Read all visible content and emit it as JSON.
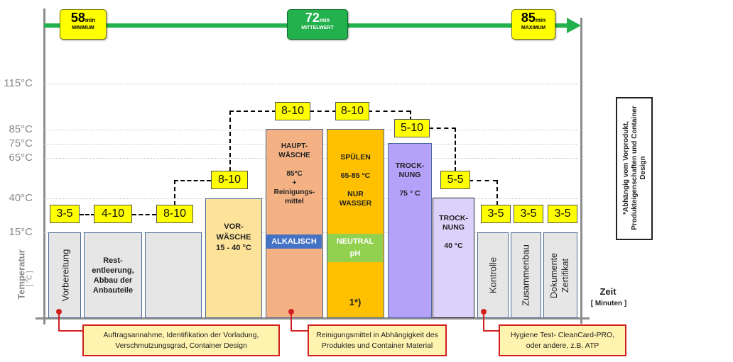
{
  "timeline": {
    "min": {
      "value": "58",
      "unit": "min",
      "caption": "MINIMUM"
    },
    "avg": {
      "value": "72",
      "unit": "min",
      "caption": "MITTELWERT"
    },
    "max": {
      "value": "85",
      "unit": "min",
      "caption": "MAXIMUM"
    }
  },
  "y_axis": {
    "title": "Temperatur",
    "unit": "[ °C ]",
    "ticks": [
      "115°C",
      "85°C",
      "75°C",
      "65°C",
      "40°C",
      "15°C"
    ]
  },
  "x_axis": {
    "title": "Zeit",
    "unit": "[ Minuten ]"
  },
  "steps": [
    {
      "label": "Vorbereitung",
      "duration": "3-5",
      "temp_c": 15
    },
    {
      "label": "Rest-\nentleerung,\nAbbau der\nAnbauteile",
      "duration": "4-10",
      "temp_c": 15
    },
    {
      "label": "",
      "duration": "8-10",
      "temp_c": 15
    },
    {
      "label": "VOR-\nWÄSCHE\n15 - 40 °C",
      "duration": "8-10",
      "temp_c": 40
    },
    {
      "label": "HAUPT-\nWÄSCHE\n\n85°C\n+\nReinigungs-\nmittel",
      "tag": "ALKALISCH",
      "duration": "8-10",
      "temp_c": 85
    },
    {
      "label": "SPÜLEN\n\n65-85 °C\n\nNUR\nWASSER",
      "tag": "NEUTRAL\npH",
      "footnote": "1*)",
      "duration": "8-10",
      "temp_c": 85
    },
    {
      "label": "TROCK-\nNUNG\n\n75 ° C",
      "duration": "5-10",
      "temp_c": 75
    },
    {
      "label": "TROCK-\nNUNG\n\n40 °C",
      "duration": "5-5",
      "temp_c": 40
    },
    {
      "label": "Kontrolle",
      "duration": "3-5",
      "temp_c": 15
    },
    {
      "label": "Zusammenbau",
      "duration": "3-5",
      "temp_c": 15
    },
    {
      "label": "Dokumente\nZertifikat",
      "duration": "3-5",
      "temp_c": 15
    }
  ],
  "notes": {
    "note1": "Auftragsannahme, Identifikation der Vorladung,\nVerschmutzungsgrad, Container Design",
    "note2": "Reinigungsmittel in Abhängigkeit des\nProduktes und Container Material",
    "note3": "Hygiene Test- CleanCard-PRO,\noder andere, z.B. ATP",
    "side": "*Abhängig vom Vorprodukt,\nProdukteigenschaften und Container\nDesign"
  },
  "colors": {
    "timeline_green": "#22b14c",
    "badge_yellow": "#ffff00",
    "bar_gray": "#e6e6e6",
    "bar_vorwaesche": "#fde39a",
    "bar_hauptwaesche": "#f4b183",
    "bar_spuelen": "#ffc000",
    "bar_trocknung1": "#b4a2fa",
    "bar_trocknung2": "#dcd1fa",
    "tag_alkalisch": "#4472c4",
    "tag_neutral": "#92d050",
    "note_border": "#d21f1f"
  }
}
